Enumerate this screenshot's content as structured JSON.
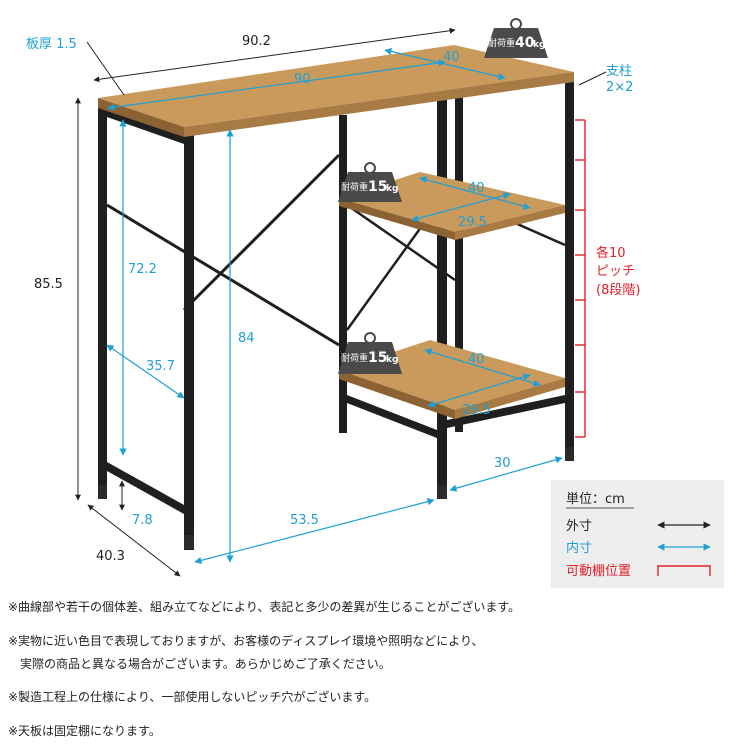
{
  "dimensions": {
    "plate_thickness": "板厚 1.5",
    "width_outer": "90.2",
    "top_depth": "40",
    "top_width_inner": "90",
    "post_label_1": "支柱",
    "post_label_2": "2×2",
    "height_outer": "85.5",
    "height_inner_left": "72.2",
    "height_inner": "84",
    "diagonal": "35.7",
    "foot_height": "7.8",
    "depth_outer": "40.3",
    "base_span": "53.5",
    "shelf_depth": "30",
    "shelf1_width": "40",
    "shelf1_depth": "29.5",
    "shelf2_width": "40",
    "shelf2_depth": "29.5",
    "pitch_1": "各10",
    "pitch_2": "ピッチ",
    "pitch_3": "(8段階)"
  },
  "weights": {
    "top": {
      "prefix": "耐荷重",
      "value": "40",
      "unit": "kg"
    },
    "shelf1": {
      "prefix": "耐荷重",
      "value": "15",
      "unit": "kg"
    },
    "shelf2": {
      "prefix": "耐荷重",
      "value": "15",
      "unit": "kg"
    }
  },
  "legend": {
    "title": "単位：cm",
    "outer": "外寸",
    "inner": "内寸",
    "movable": "可動棚位置"
  },
  "notes": [
    "※曲線部や若干の個体差、組み立てなどにより、表記と多少の差異が生じることがございます。",
    "※実物に近い色目で表現しておりますが、お客様のディスプレイ環境や照明などにより、",
    "　実際の商品と異なる場合がございます。あらかじめご了承ください。",
    "※製造工程上の仕様により、一部使用しないピッチ穴がございます。",
    "※天板は固定棚になります。"
  ],
  "colors": {
    "frame": "#1f1f1f",
    "wood": "#c99a5c",
    "inner_dim": "#1ea0d6",
    "movable": "#e4202a",
    "weight_badge": "#4a4a4a"
  },
  "icons": [
    "weight-icon"
  ]
}
